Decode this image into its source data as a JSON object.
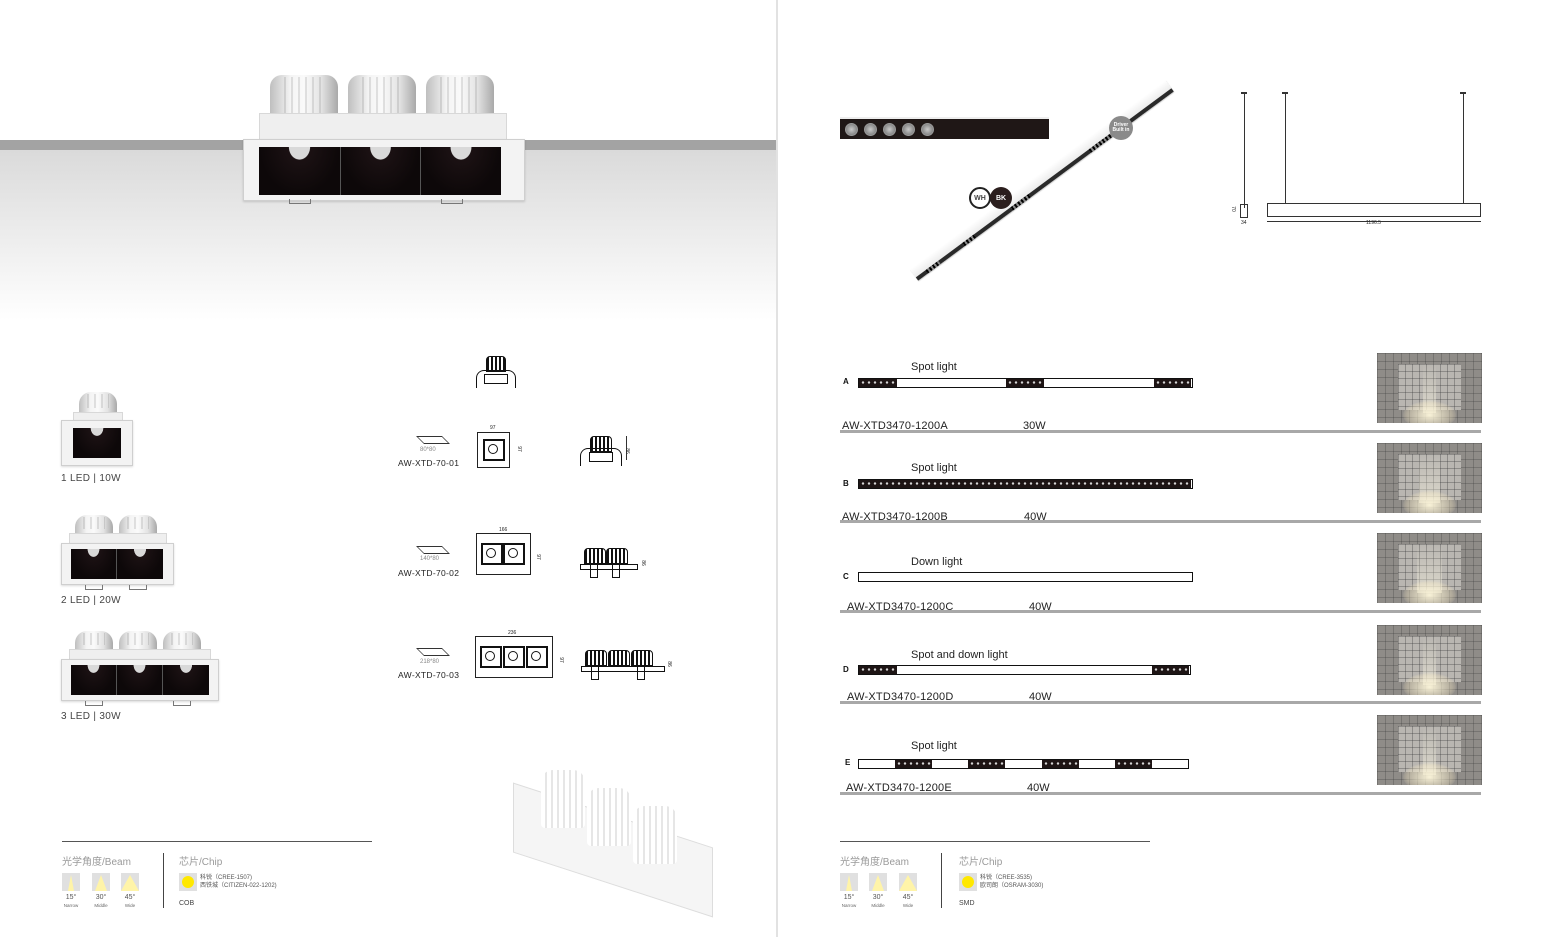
{
  "left_page": {
    "hero_image": "three-head-square-recessed-downlight-photo",
    "variants": [
      {
        "leds": "1 LED",
        "watts": "10W",
        "label": "1 LED | 10W"
      },
      {
        "leds": "2 LED",
        "watts": "20W",
        "label": "2 LED | 20W"
      },
      {
        "leds": "3 LED",
        "watts": "30W",
        "label": "3 LED | 30W"
      }
    ],
    "drawings": [
      {
        "model": "AW-XTD-70-01",
        "cutout": "80*80",
        "width_dim": "97",
        "height_dim": "97",
        "depth_dim": "86"
      },
      {
        "model": "AW-XTD-70-02",
        "cutout": "140*80",
        "width_dim": "166",
        "height_dim": "97",
        "depth_dim": "86"
      },
      {
        "model": "AW-XTD-70-03",
        "cutout": "218*80",
        "width_dim": "236",
        "height_dim": "97",
        "depth_dim": "86"
      }
    ],
    "spec": {
      "beam_title": "光学角度/Beam",
      "beams": [
        {
          "deg": "15°",
          "name": "Narrow"
        },
        {
          "deg": "30°",
          "name": "Middle"
        },
        {
          "deg": "45°",
          "name": "Wide"
        }
      ],
      "chip_title": "芯片/Chip",
      "chip_lines": [
        "科锐（CREE-1507)",
        "西铁城（CITIZEN-022-1202)"
      ],
      "chip_type": "COB"
    }
  },
  "right_page": {
    "badges": {
      "driver": "Driver Built in",
      "wh": "WH",
      "bk": "BK"
    },
    "suspension_dims": {
      "height": "70",
      "depth": "34",
      "length": "1196.5"
    },
    "variants": [
      {
        "letter": "A",
        "type": "Spot light",
        "code": "AW-XTD3470-1200A",
        "watts": "30W"
      },
      {
        "letter": "B",
        "type": "Spot light",
        "code": "AW-XTD3470-1200B",
        "watts": "40W"
      },
      {
        "letter": "C",
        "type": "Down light",
        "code": "AW-XTD3470-1200C",
        "watts": "40W"
      },
      {
        "letter": "D",
        "type": "Spot and down light",
        "code": "AW-XTD3470-1200D",
        "watts": "40W"
      },
      {
        "letter": "E",
        "type": "Spot light",
        "code": "AW-XTD3470-1200E",
        "watts": "40W"
      }
    ],
    "spec": {
      "beam_title": "光学角度/Beam",
      "beams": [
        {
          "deg": "15°",
          "name": "Narrow"
        },
        {
          "deg": "30°",
          "name": "Middle"
        },
        {
          "deg": "45°",
          "name": "Wide"
        }
      ],
      "chip_title": "芯片/Chip",
      "chip_lines": [
        "科锐（CREE-3535)",
        "欧司朗（OSRAM-3030)"
      ],
      "chip_type": "SMD"
    }
  },
  "colors": {
    "band_gray": "#a3a3a3",
    "led_black": "#1e1515",
    "chip_yellow": "#ffe800",
    "beam_yellow": "#fff4a8",
    "rule_gray": "#a8a8a8"
  }
}
